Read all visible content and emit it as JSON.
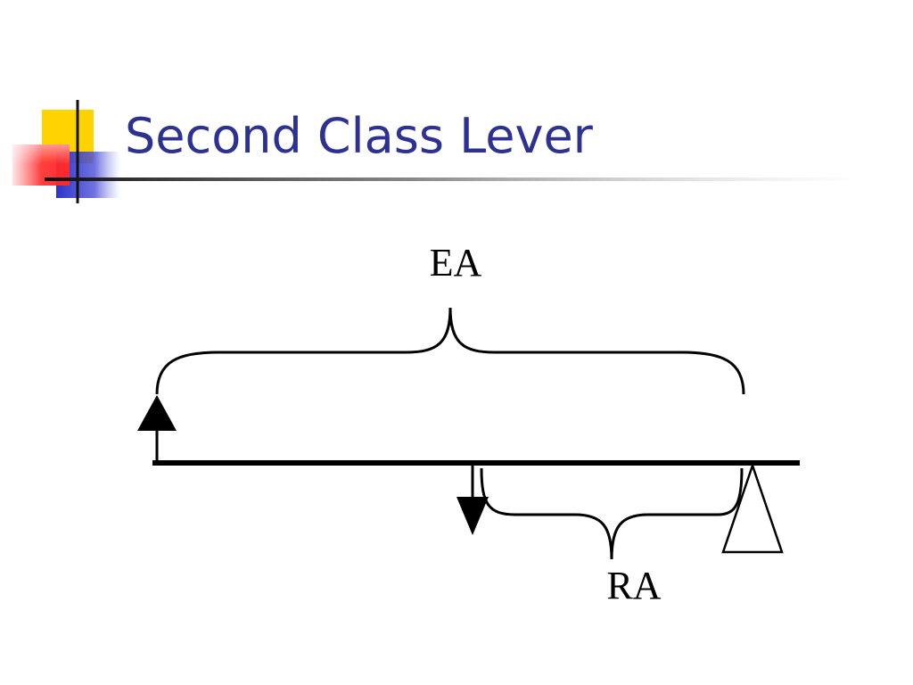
{
  "slide": {
    "title": "Second Class Lever"
  },
  "diagram": {
    "effort_arm_label": "EA",
    "resistance_arm_label": "RA",
    "effort_direction": "up",
    "resistance_direction": "down"
  },
  "colors": {
    "title": "#2d3192",
    "accent_yellow": "#ffd200",
    "accent_red": "#ff2a2a",
    "accent_blue": "#2d32c8",
    "ink": "#000000"
  }
}
